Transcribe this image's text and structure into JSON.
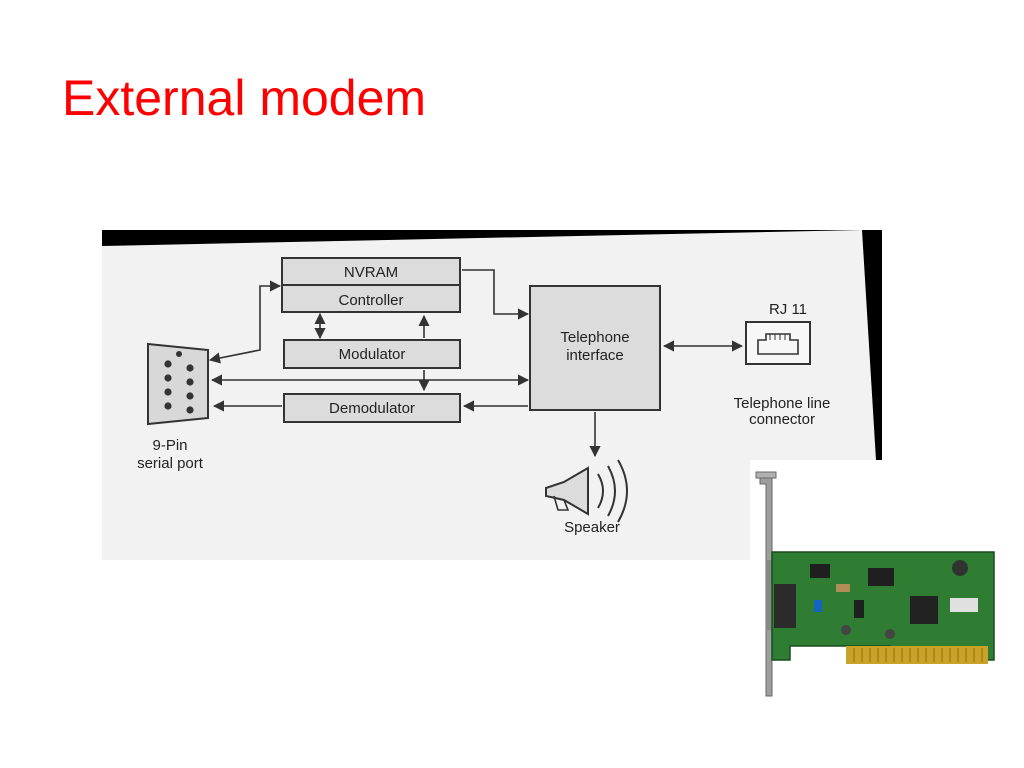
{
  "slide": {
    "title": "External modem",
    "title_color": "#ff0000"
  },
  "diagram": {
    "blocks": {
      "nvram": "NVRAM",
      "controller": "Controller",
      "modulator": "Modulator",
      "demodulator": "Demodulator",
      "telephone_interface_line1": "Telephone",
      "telephone_interface_line2": "interface"
    },
    "ports": {
      "rj11": "RJ 11",
      "telephone_line_connector_line1": "Telephone line",
      "telephone_line_connector_line2": "connector",
      "serial_port_line1": "9-Pin",
      "serial_port_line2": "serial port",
      "speaker": "Speaker"
    }
  },
  "photo": {
    "subject": "internal modem expansion card",
    "pcb_color": "#2e7d32",
    "connector_color": "#c9a227"
  }
}
